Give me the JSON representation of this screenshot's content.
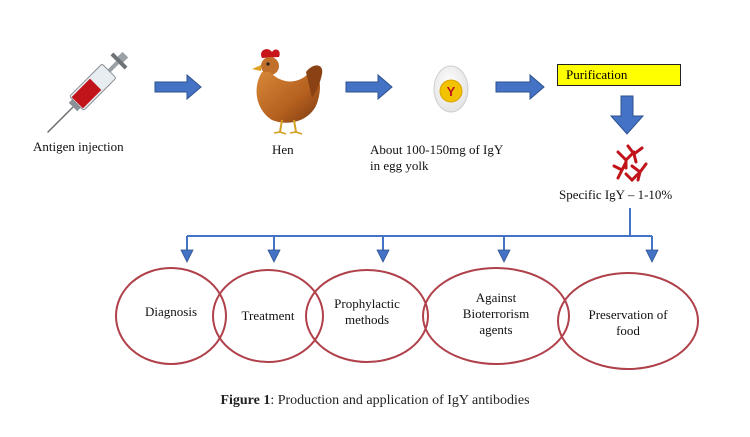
{
  "steps": {
    "antigen_injection": "Antigen injection",
    "hen": "Hen",
    "igy_yield_line1": "About 100-150mg  of IgY",
    "igy_yield_line2": "in egg yolk",
    "egg_letter": "Y",
    "purification": "Purification",
    "specific_igy": "Specific IgY – 1-10%"
  },
  "applications": [
    {
      "label_lines": [
        "Diagnosis"
      ]
    },
    {
      "label_lines": [
        "Treatment"
      ]
    },
    {
      "label_lines": [
        "Prophylactic",
        "methods"
      ]
    },
    {
      "label_lines": [
        "Against",
        "Bioterrorism",
        "agents"
      ]
    },
    {
      "label_lines": [
        "Preservation of",
        "food"
      ]
    }
  ],
  "caption": {
    "prefix": "Figure 1",
    "text": ": Production and application of IgY antibodies"
  },
  "colors": {
    "arrow_blue": "#4472c4",
    "arrow_outline": "#2f528f",
    "oval_border": "#b0404a",
    "purification_fill": "#ffff00",
    "egg_yolk": "#f2c200",
    "syringe_liquid": "#c0141a"
  }
}
